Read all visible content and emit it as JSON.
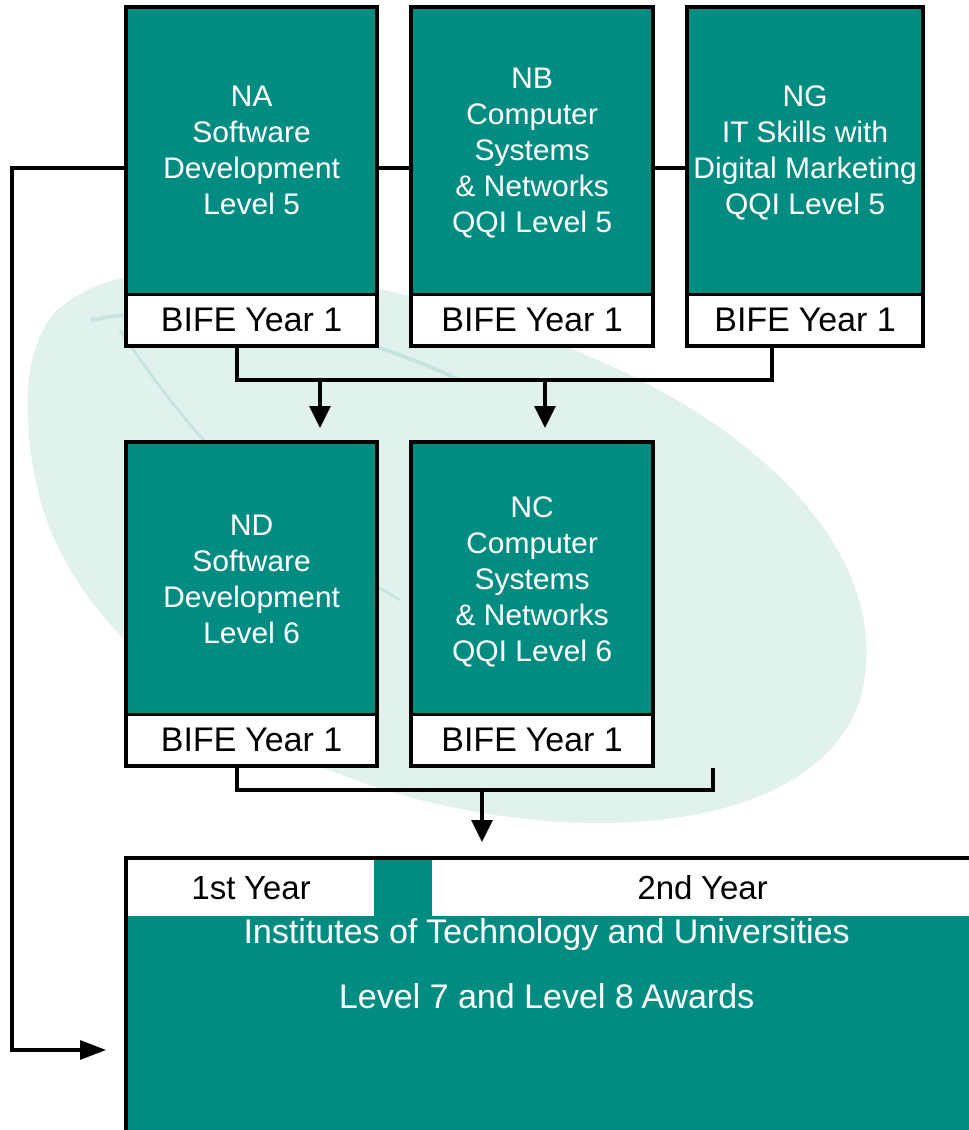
{
  "colors": {
    "teal": "#008c80",
    "line": "#000000",
    "watermark": "#d8ece8"
  },
  "courses": [
    {
      "id": "NA",
      "lines": [
        "NA",
        "Software",
        "Development",
        "Level 5"
      ],
      "footer": "BIFE Year 1"
    },
    {
      "id": "NB",
      "lines": [
        "NB",
        "Computer",
        "Systems",
        "& Networks",
        "QQI Level 5"
      ],
      "footer": "BIFE Year 1"
    },
    {
      "id": "NG",
      "lines": [
        "NG",
        "IT Skills with",
        "Digital Marketing",
        "QQI Level 5"
      ],
      "footer": "BIFE Year 1"
    },
    {
      "id": "ND",
      "lines": [
        "ND",
        "Software",
        "Development",
        "Level 6"
      ],
      "footer": "BIFE Year 1"
    },
    {
      "id": "NC",
      "lines": [
        "NC",
        "Computer",
        "Systems",
        "& Networks",
        "QQI Level 6"
      ],
      "footer": "BIFE Year 1"
    }
  ],
  "destination": {
    "year1": "1st Year",
    "year2": "2nd Year",
    "line1": "Institutes of Technology and Universities",
    "line2": "Level 7 and Level 8 Awards"
  }
}
